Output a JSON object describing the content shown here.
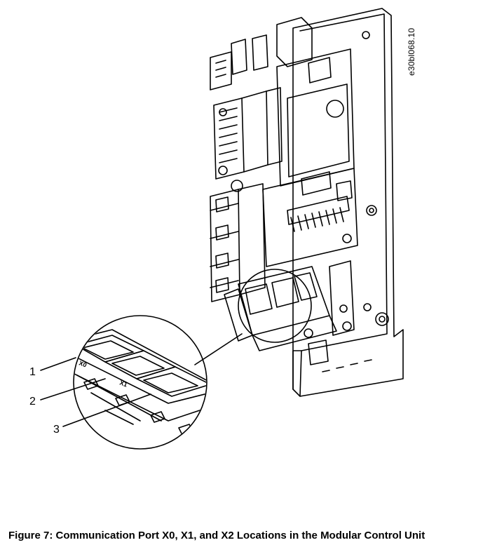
{
  "figure": {
    "doc_code": "e30bl068.10",
    "caption": "Figure 7:  Communication Port X0, X1, and X2 Locations in the Modular Control Unit"
  },
  "callouts": {
    "one": "1",
    "two": "2",
    "three": "3"
  },
  "ports": {
    "x0": "X0",
    "x1": "X1"
  }
}
